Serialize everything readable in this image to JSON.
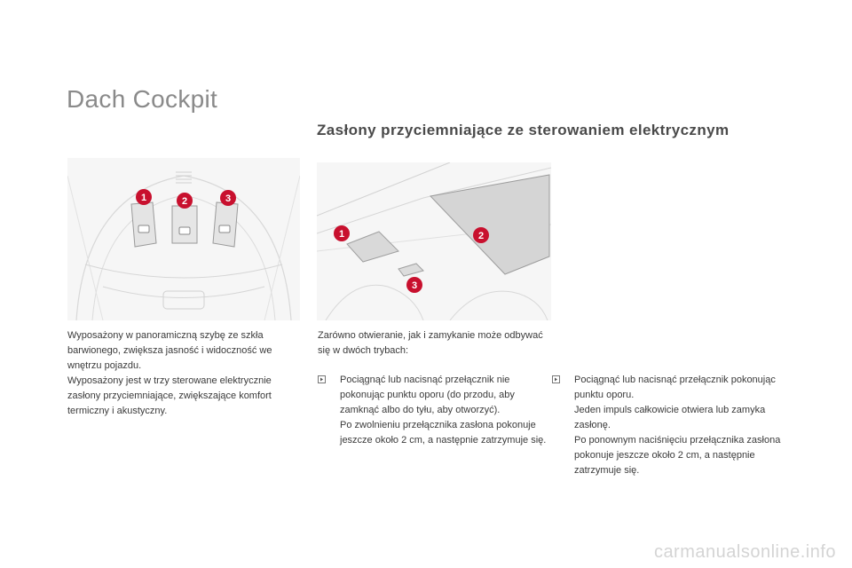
{
  "page": {
    "title": "Dach Cockpit",
    "section_heading": "Zasłony przyciemniające ze sterowaniem elektrycznym"
  },
  "intro": [
    "Wyposażony w panoramiczną szybę ze szkła barwionego, zwiększa jasność i widoczność we wnętrzu pojazdu.",
    "Wyposażony jest w trzy sterowane elektrycznie zasłony przyciemniające, zwiększające komfort termiczny i akustyczny."
  ],
  "modes_intro": "Zarówno otwieranie, jak i zamykanie może odbywać się w dwóch trybach:",
  "bullets": [
    {
      "lines": [
        "Pociągnąć lub nacisnąć przełącznik nie pokonując punktu oporu (do przodu, aby zamknąć albo do tyłu, aby otworzyć).",
        "Po zwolnieniu przełącznika zasłona pokonuje jeszcze około 2 cm, a następnie zatrzymuje się."
      ]
    },
    {
      "lines": [
        "Pociągnąć lub nacisnąć przełącznik pokonując punktu oporu.",
        "Jeden impuls całkowicie otwiera lub zamyka zasłonę.",
        "Po ponownym naciśnięciu przełącznika zasłona pokonuje jeszcze około 2 cm, a następnie zatrzymuje się."
      ]
    }
  ],
  "figure_left": {
    "callouts": [
      "1",
      "2",
      "3"
    ]
  },
  "figure_right": {
    "callouts": [
      "1",
      "2",
      "3"
    ]
  },
  "watermark": "carmanualsonline.info",
  "colors": {
    "callout": "#c8102e",
    "title": "#8a8a8a",
    "heading": "#4a4a4a"
  },
  "icons": {
    "bullet_marker": "arrow-icon"
  }
}
